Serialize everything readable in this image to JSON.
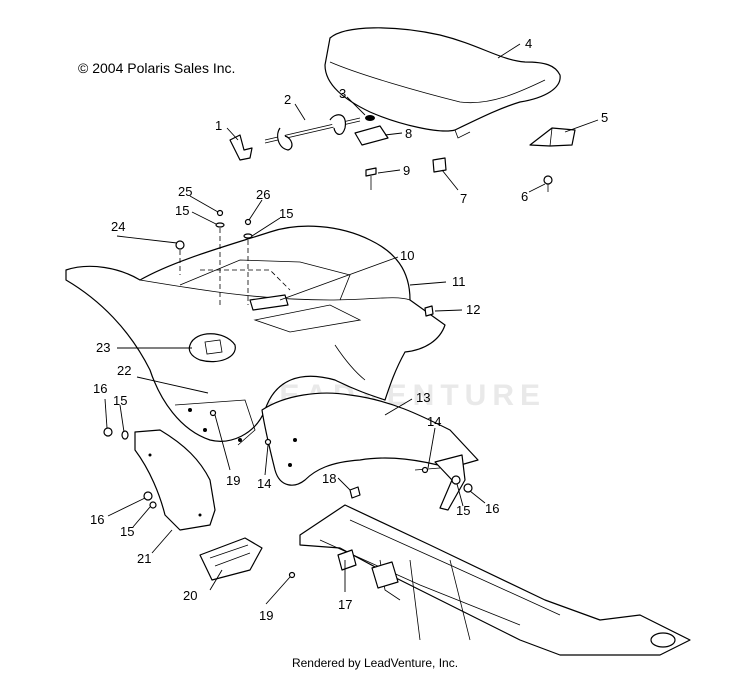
{
  "copyright": "© 2004 Polaris Sales Inc.",
  "watermark": "LEADVENTURE",
  "footer": "Rendered by LeadVenture, Inc.",
  "callouts": {
    "c1": "1",
    "c2": "2",
    "c3": "3",
    "c4": "4",
    "c5": "5",
    "c6": "6",
    "c7": "7",
    "c8": "8",
    "c9": "9",
    "c10": "10",
    "c11": "11",
    "c12": "12",
    "c13": "13",
    "c14a": "14",
    "c14b": "14",
    "c15a": "15",
    "c15b": "15",
    "c15c": "15",
    "c15d": "15",
    "c15e": "15",
    "c16a": "16",
    "c16b": "16",
    "c16c": "16",
    "c17": "17",
    "c18": "18",
    "c19a": "19",
    "c19b": "19",
    "c20": "20",
    "c21": "21",
    "c22": "22",
    "c23": "23",
    "c24": "24",
    "c25": "25",
    "c26": "26"
  }
}
